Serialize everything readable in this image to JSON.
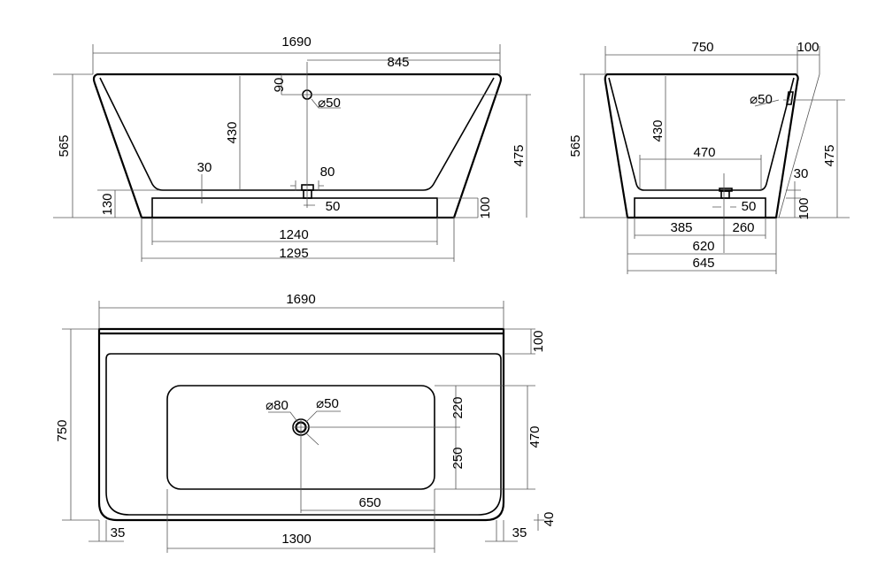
{
  "front_view": {
    "overall_length": "1690",
    "half_length": "845",
    "overflow_offset": "90",
    "overflow_diameter": "⌀50",
    "inner_depth": "430",
    "overflow_height": "475",
    "overall_height": "565",
    "plinth_clearance": "130",
    "floor_gap": "30",
    "drain_outer": "80",
    "drain_pipe": "50",
    "plinth_height": "100",
    "plinth_length": "1240",
    "base_length": "1295"
  },
  "side_view": {
    "overall_width": "750",
    "slope_offset": "100",
    "overflow_diameter": "⌀50",
    "inner_depth": "430",
    "floor_width": "470",
    "overall_height": "565",
    "overflow_height": "475",
    "floor_gap": "30",
    "drain_pipe": "50",
    "plinth_height": "100",
    "drain_left": "385",
    "drain_right": "260",
    "plinth_width": "620",
    "base_width": "645"
  },
  "plan_view": {
    "overall_length": "1690",
    "overall_width": "750",
    "rim_width": "100",
    "drain_diameter": "⌀80",
    "overflow_diameter": "⌀50",
    "drain_to_top": "220",
    "drain_to_bottom": "250",
    "floor_width": "470",
    "drain_offset": "650",
    "floor_length": "1300",
    "wall_left": "35",
    "wall_right": "35",
    "bottom_wall": "40"
  }
}
